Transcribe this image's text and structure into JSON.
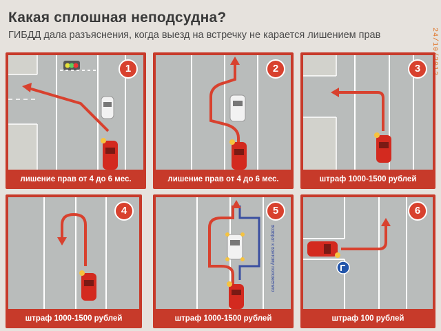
{
  "header": {
    "title": "Какая сплошная неподсудна?",
    "subtitle": "ГИБДД дала разъяснения, когда выезд на встречку не карается лишением прав"
  },
  "date_stamp": "24/10/2012",
  "panels": [
    {
      "number": "1",
      "caption": "лишение прав от 4 до 6 мес."
    },
    {
      "number": "2",
      "caption": "лишение прав от 4 до 6 мес."
    },
    {
      "number": "3",
      "caption": "штраф 1000-1500 рублей"
    },
    {
      "number": "4",
      "caption": "штраф 1000-1500 рублей"
    },
    {
      "number": "5",
      "caption": "штраф 1000-1500 рублей",
      "side_text": "возврат к взятому положению"
    },
    {
      "number": "6",
      "caption": "штраф 100 рублей"
    }
  ],
  "colors": {
    "panel_border": "#c73a2a",
    "road": "#b9bcbb",
    "car_red": "#d32a1f",
    "car_white": "#f2f2f2",
    "arrow_red": "#d8412e",
    "arrow_blue": "#3a4fa0",
    "sign_blue": "#2255aa"
  },
  "icons": [
    "traffic-light-icon",
    "car-icon",
    "arrow-icon",
    "turn-sign-icon"
  ]
}
